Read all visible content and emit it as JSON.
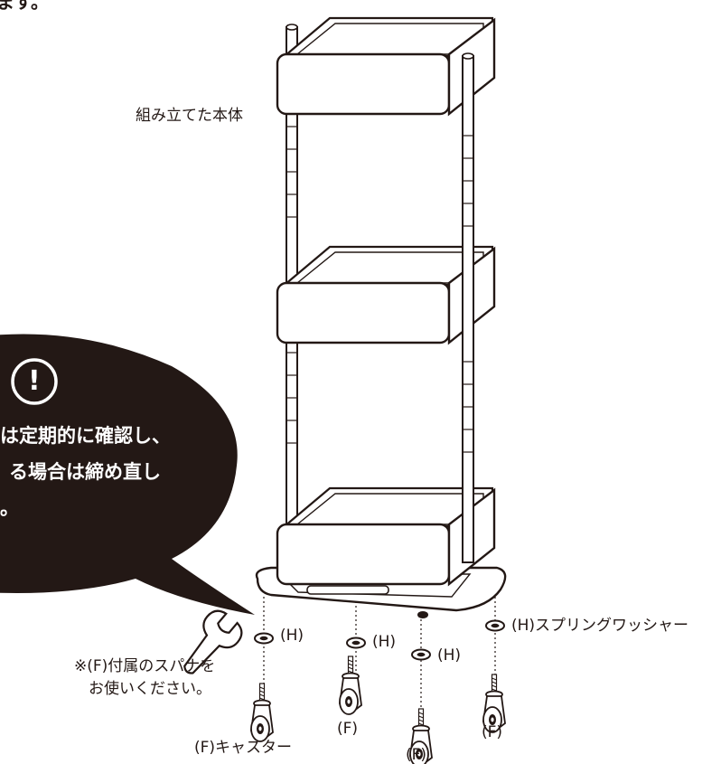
{
  "top_fragment": "ます。",
  "assembled_body_label": "組み立てた本体",
  "warning": {
    "mark": "!",
    "lines": [
      "は定期的に確認し、",
      "る場合は締め直し",
      "。"
    ]
  },
  "parts": {
    "washer_short": "(H)",
    "washer_full": "(H)スプリングワッシャー",
    "caster_short": "(F)",
    "caster_full": "(F)キャスター"
  },
  "wrench_note": {
    "line1": "※(F)付属のスパナを",
    "line2": "お使いください。"
  }
}
